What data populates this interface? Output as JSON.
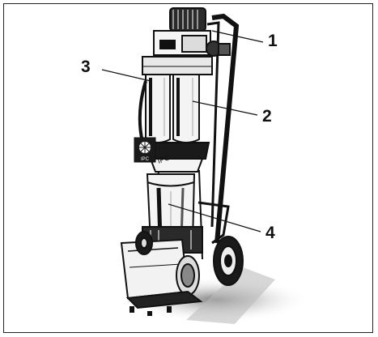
{
  "callouts": {
    "c1": "1",
    "c2": "2",
    "c3": "3",
    "c4": "4"
  },
  "badge": {
    "text": "IPC"
  },
  "colors": {
    "line": "#111111",
    "shadow": "#9a9a9a",
    "fill_light": "#f4f4f4",
    "fill_dark": "#1a1a1a"
  }
}
